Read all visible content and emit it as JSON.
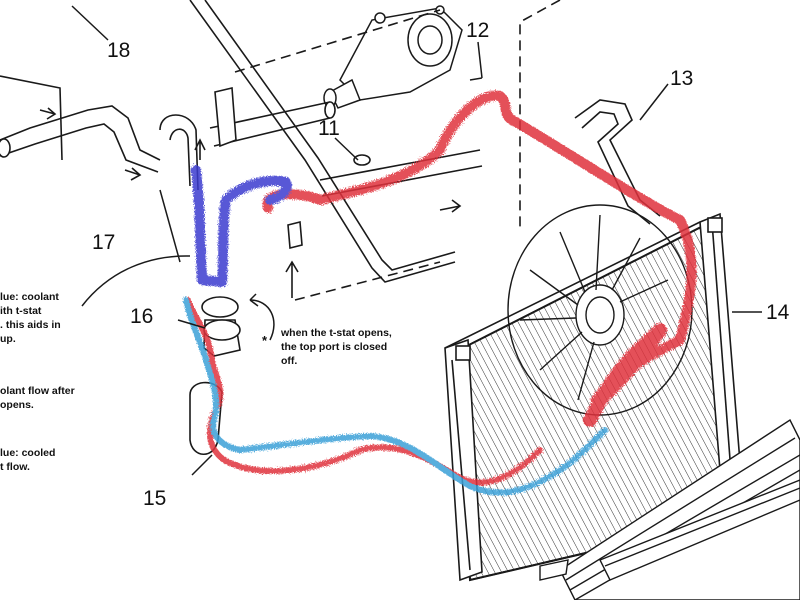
{
  "callouts": {
    "c11": "11",
    "c12": "12",
    "c13": "13",
    "c14": "14",
    "c15": "15",
    "c16": "16",
    "c17": "17",
    "c18": "18"
  },
  "notes": {
    "dark_blue": "lue: coolant\nith t-stat\n. this aids in\nup.",
    "red": "olant flow after\nopens.",
    "light_blue": "lue: cooled\nt flow.",
    "tstat": "when the t-stat opens,\nthe top port is closed\noff.",
    "star": "*"
  },
  "colors": {
    "line": "#1a1a1a",
    "hot_coolant": "#e0323c",
    "thermostat_loop": "#3a3ad0",
    "cooled_coolant": "#3aa0d8"
  }
}
